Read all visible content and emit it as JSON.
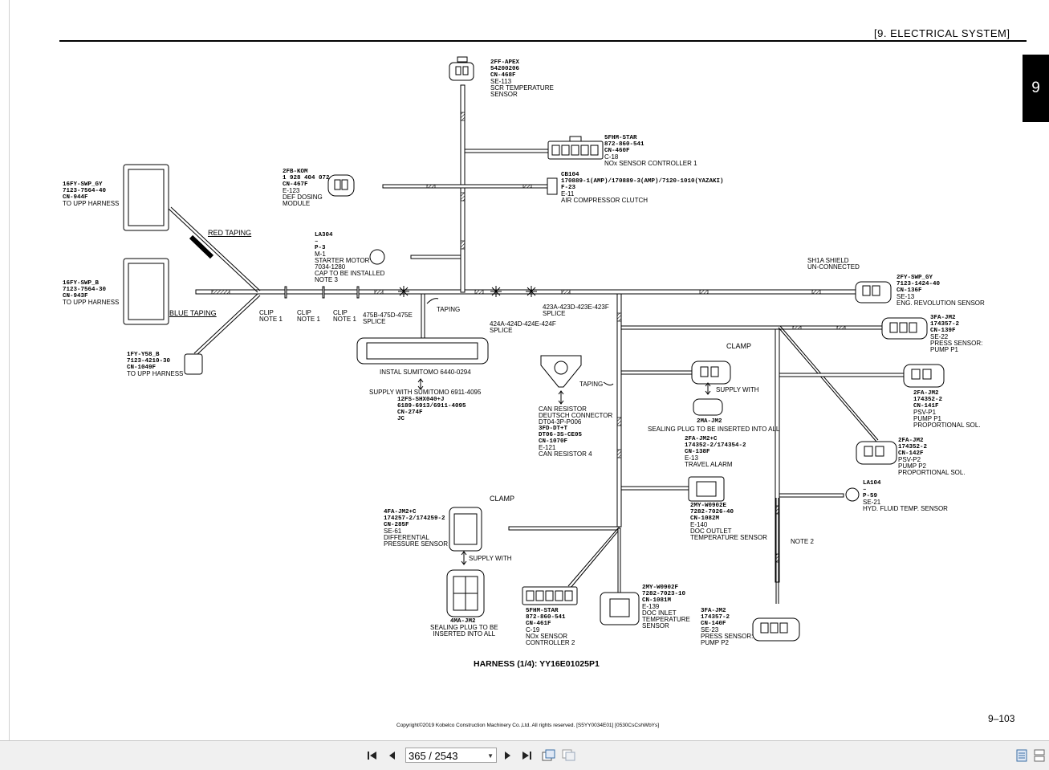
{
  "header": {
    "title": "[9.   ELECTRICAL SYSTEM]",
    "chapter": "9"
  },
  "caption": "HARNESS (1/4): YY16E01025P1",
  "page_number": "9–103",
  "copyright": "Copyright©2019 Kobelco Construction Machinery Co.,Ltd. All rights reserved. [S5YY0034E01] [0530CsCshWbYs]",
  "labels": {
    "scr": {
      "code": "2FF-APEX\n54200206\nCN-468F",
      "text": "SE-113\nSCR TEMPERATURE\nSENSOR"
    },
    "nox1": {
      "code": "5FHM-STAR\n872-860-541\nCN-460F",
      "text": "C-18\nNOx SENSOR CONTROLLER 1"
    },
    "def": {
      "code": "2FB-KOM\n1 928 404 072\nCN-467F",
      "text": "E-123\nDEF DOSING\nMODULE"
    },
    "cb104": {
      "code": "CB104\n170889-1(AMP)/170889-3(AMP)/7120-1010(YAZAKI)\nF-23",
      "text": "E-11\nAIR COMPRESSOR CLUTCH"
    },
    "upp1": {
      "code": "16FY-SWP_GY\n7123-7564-40\nCN-944F",
      "text": "TO UPP HARNESS"
    },
    "upp2": {
      "code": "16FY-SWP_B\n7123-7564-30\nCN-943F",
      "text": "TO UPP HARNESS"
    },
    "upp3": {
      "code": "1FY-Y58_B\n7123-4210-30\nCN-1049F",
      "text": "TO UPP HARNESS"
    },
    "la304": {
      "code": "LA304\n–\nP-3",
      "text": "M-1\nSTARTER MOTOR\n7034-1280\nCAP TO BE INSTALLED\nNOTE 3"
    },
    "red_taping": "RED TAPING",
    "blue_taping": "BLUE TAPING",
    "clip": "CLIP\nNOTE 1",
    "splice1": "475B-475D-475E\nSPLICE",
    "splice2": "424A-424D-424E-424F\nSPLICE",
    "splice3": "423A-423D-423E-423F\nSPLICE",
    "taping": "TAPING",
    "sumitomo": "INSTAL SUMITOMO 6440-0294",
    "supply_sumitomo": "SUPPLY WITH SUMITOMO 6911-4095",
    "sumitomo_code": "12FS-SHX040+J\n6189-6913/6911-4095\nCN-274F\nJC",
    "shield": "SH1A SHIELD\nUN-CONNECTED",
    "eng_rev": {
      "code": "2FY-SWP_GY\n7123-1424-40\nCN-136F",
      "text": "SE-13\nENG. REVOLUTION SENSOR"
    },
    "press_p1": {
      "code": "3FA-JM2\n174357-2\nCN-139F",
      "text": "SE-22\nPRESS SENSOR:\nPUMP P1"
    },
    "psv_p1": {
      "code": "2FA-JM2\n174352-2\nCN-141F",
      "text": "PSV-P1\nPUMP P1\nPROPORTIONAL SOL."
    },
    "psv_p2": {
      "code": "2FA-JM2\n174352-2\nCN-142F",
      "text": "PSV-P2\nPUMP P2\nPROPORTIONAL SOL."
    },
    "can": {
      "text1": "CAN RESISTOR\nDEUTSCH CONNECTOR\nDT04-3P-P006",
      "code": "3FD-DT+T\nDT06-3S-CE05\nCN-1070F",
      "text2": "E-121\nCAN RESISTOR 4"
    },
    "clamp": "CLAMP",
    "supply_with": "SUPPLY WITH",
    "sealing_2ma": "2MA-JM2",
    "sealing_2ma_text": "SEALING PLUG TO BE INSERTED INTO ALL",
    "travel": {
      "code": "2FA-JM2+C\n174352-2/174354-2\nCN-138F",
      "text": "E-13\nTRAVEL ALARM"
    },
    "doc_out": {
      "code": "2MY-W0902E\n7282-7026-40\nCN-1082M",
      "text": "E-140\nDOC OUTLET\nTEMPERATURE SENSOR"
    },
    "la104": {
      "code": "LA104\n–\nP-59",
      "text": "SE-21\nHYD. FLUID TEMP. SENSOR"
    },
    "note2": "NOTE 2",
    "diff": {
      "code": "4FA-JM2+C\n174257-2/174259-2\nCN-285F",
      "text": "SE-61\nDIFFERENTIAL\nPRESSURE SENSOR"
    },
    "sealing_4ma": "4MA-JM2",
    "sealing_4ma_text": "SEALING PLUG TO BE\nINSERTED INTO ALL",
    "nox2": {
      "code": "5FHM-STAR\n872-860-541\nCN-461F",
      "text": "C-19\nNOx SENSOR\nCONTROLLER 2"
    },
    "doc_in": {
      "code": "2MY-W0902F\n7282-7023-10\nCN-1081M",
      "text": "E-139\nDOC INLET\nTEMPERATURE\nSENSOR"
    },
    "press_p2": {
      "code": "3FA-JM2\n174357-2\nCN-140F",
      "text": "SE-23\nPRESS SENSOR:\nPUMP P2"
    }
  },
  "toolbar": {
    "page_value": "365 / 2543",
    "first_icon": "first-page-icon",
    "prev_icon": "prev-page-icon",
    "next_icon": "next-page-icon",
    "last_icon": "last-page-icon"
  }
}
